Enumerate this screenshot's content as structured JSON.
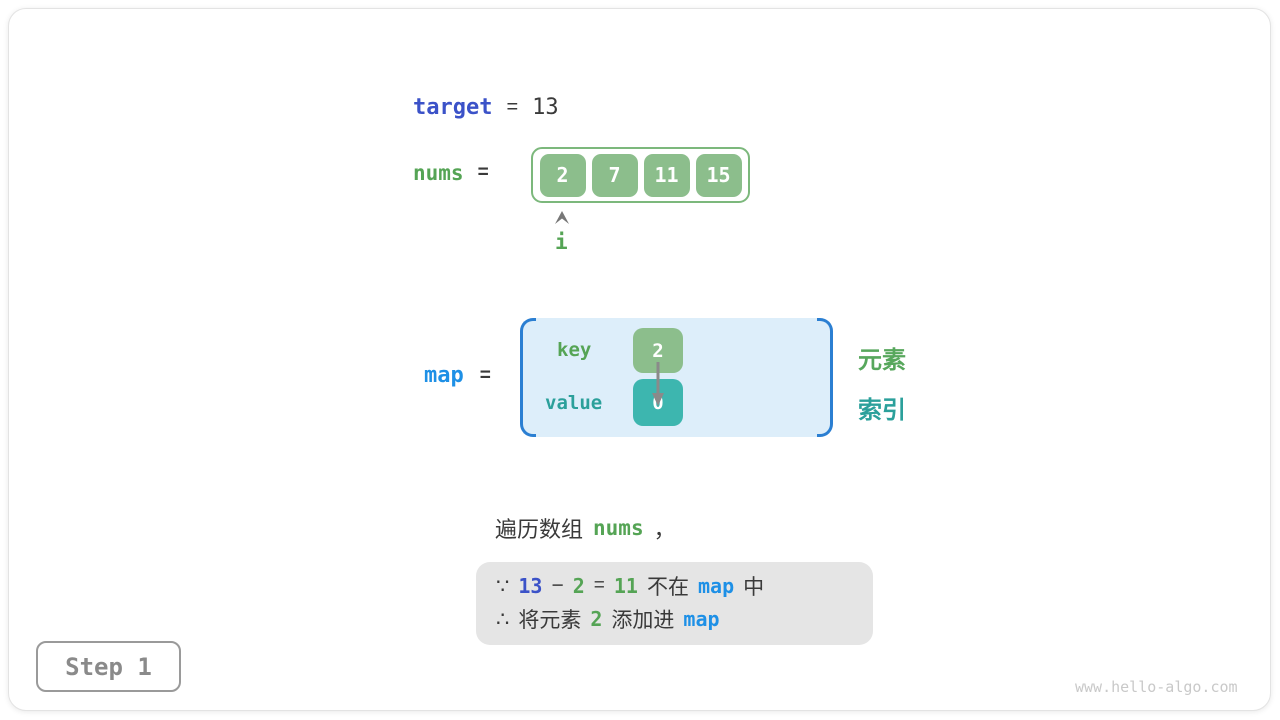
{
  "step": {
    "label": "Step 1"
  },
  "watermark": "www.hello-algo.com",
  "target": {
    "name": "target",
    "equals": "=",
    "value": "13"
  },
  "nums": {
    "name": "nums",
    "equals": "=",
    "values": [
      "2",
      "7",
      "11",
      "15"
    ],
    "pointer_label": "i",
    "pointer_icon": "up-caret-icon"
  },
  "map": {
    "name": "map",
    "equals": "=",
    "key_label": "key",
    "value_label": "value",
    "key_value": "2",
    "index_value": "0",
    "legend_element": "元素",
    "legend_index": "索引"
  },
  "caption": {
    "prefix": "遍历数组",
    "var": "nums",
    "comma": "，"
  },
  "conclusion": {
    "line1": {
      "because": "∵",
      "target": "13",
      "minus": "−",
      "num": "2",
      "equals": "=",
      "diff": "11",
      "not_in": "不在",
      "map": "map",
      "suffix": "中"
    },
    "line2": {
      "therefore": "∴",
      "text_add": "将元素",
      "num": "2",
      "text_into": "添加进",
      "map": "map"
    }
  },
  "colors": {
    "royal_blue": "#3b52c8",
    "azure_blue": "#1e90e6",
    "green_text": "#55a455",
    "teal_text": "#2ba09b",
    "green_cell": "#8cbe8c",
    "teal_cell": "#3db6af",
    "panel_blue": "#ddeefa",
    "bracket_blue": "#2b7fd2",
    "note_gray": "#e5e5e5",
    "dark_text": "#3a3a3a"
  }
}
